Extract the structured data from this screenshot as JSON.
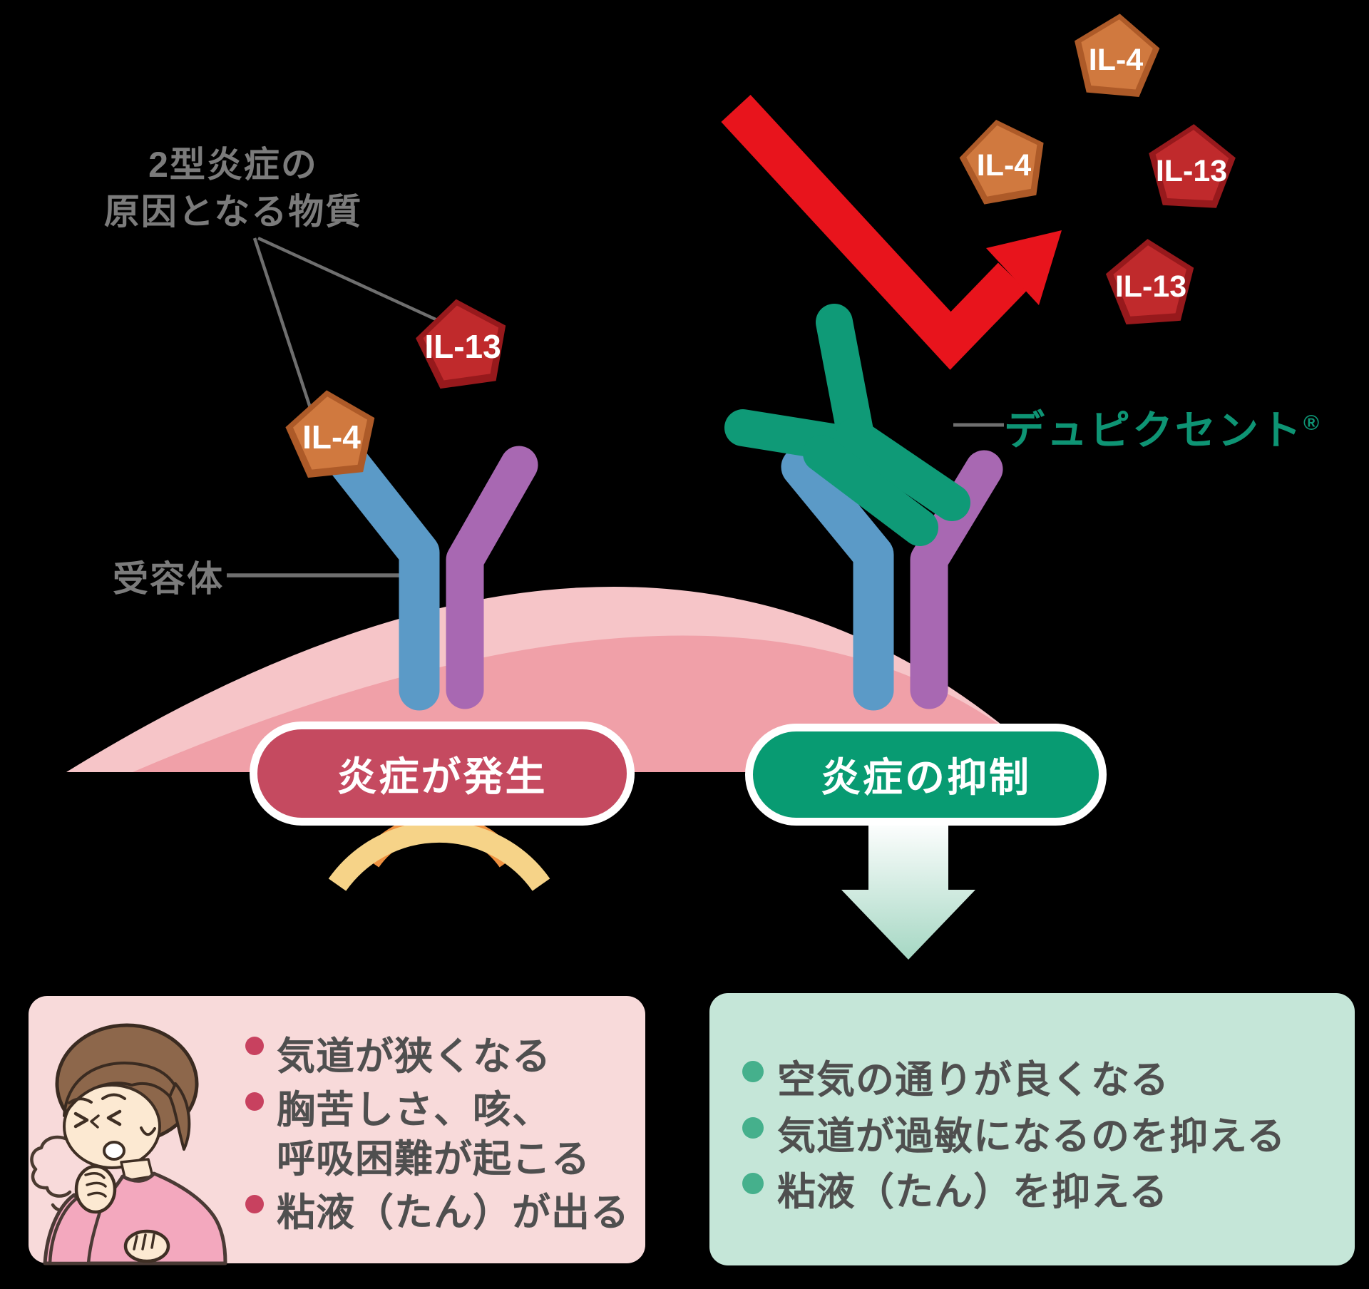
{
  "labels": {
    "causes_line1": "2型炎症の",
    "causes_line2": "原因となる物質",
    "receptor": "受容体",
    "drug": "デュピクセント",
    "drug_reg": "®"
  },
  "molecules": {
    "il4": "IL-4",
    "il13": "IL-13"
  },
  "badges": {
    "inflammation": "炎症が発生",
    "suppression": "炎症の抑制"
  },
  "symptom_box": {
    "lines": [
      "気道が狭くなる",
      "胸苦しさ、咳、",
      "呼吸困難が起こる",
      "粘液（たん）が出る"
    ]
  },
  "benefit_box": {
    "lines": [
      "空気の通りが良くなる",
      "気道が過敏になるのを抑える",
      "粘液（たん）を抑える"
    ]
  },
  "colors": {
    "background": "#000000",
    "badge_red": "#c54a60",
    "badge_green": "#089b72",
    "drug_green": "#0e9474",
    "arrow_red": "#e8141c",
    "il4_face": "#d0793f",
    "il4_edge": "#ad5a28",
    "il13_face": "#c02a2c",
    "il13_edge": "#97191c",
    "receptor_blue": "#5b9ac7",
    "receptor_purple": "#a868b2",
    "antibody_green": "#0f9a77",
    "membrane_light": "#f6c5c8",
    "membrane_deep": "#f0a0a8",
    "box_pink": "#f8dada",
    "box_green": "#c5e6d8",
    "bullet_red": "#c8415f",
    "bullet_green": "#45b08c",
    "warning_arc_inner": "#c64a62",
    "warning_arc_mid": "#ef9140",
    "warning_arc_outer": "#f6d388",
    "label_gray": "#7b7b7b",
    "text_gray": "#4f4f4f"
  }
}
